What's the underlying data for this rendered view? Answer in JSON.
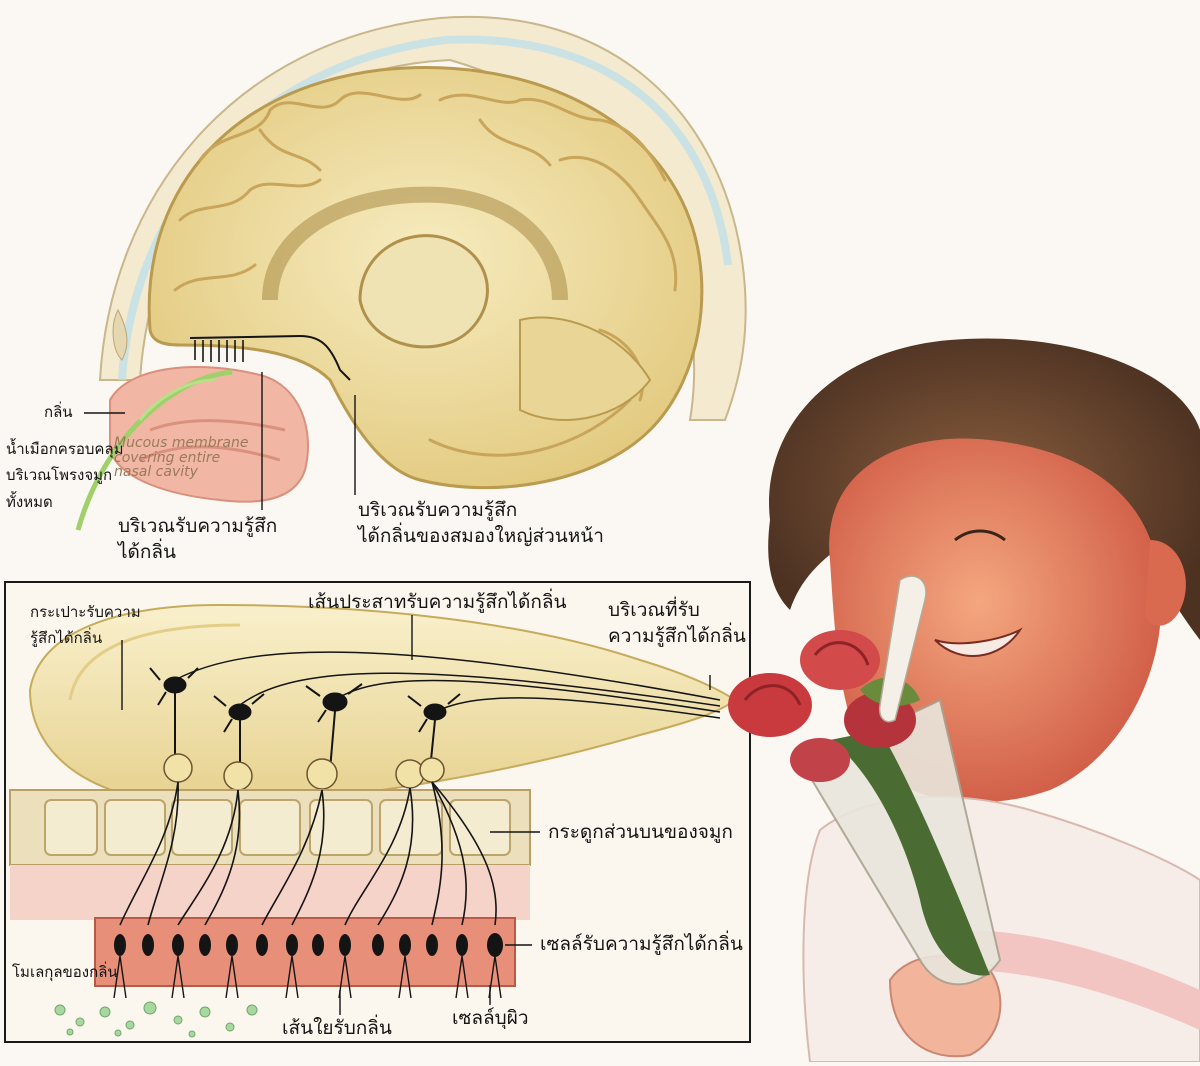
{
  "diagram": {
    "top_labels": {
      "smell": "กลิ่น",
      "mucus": "น้ำเมือกครอบคลุม\nบริเวณโพรงจมูก\nทั้งหมด",
      "english_mucous": "Mucous membrane\ncovering entire\nnasal cavity",
      "olfactory_area": "บริเวณรับความรู้สึก\nได้กลิ่น",
      "cerebrum_area": "บริเวณรับความรู้สึก\nได้กลิ่นของสมองใหญ่ส่วนหน้า"
    },
    "detail_labels": {
      "olfactory_bulb": "กระเปาะรับความ\nรู้สึกได้กลิ่น",
      "olfactory_nerve": "เส้นประสาทรับความรู้สึกได้กลิ่น",
      "receiving_area": "บริเวณที่รับ\nความรู้สึกได้กลิ่น",
      "nasal_bone": "กระดูกส่วนบนของจมูก",
      "receptor_cells": "เซลล์รับความรู้สึกได้กลิ่น",
      "odor_molecules": "โมเลกุลของกลิ่น",
      "fibers": "เส้นใยรับกลิ่น",
      "epithelial_cells": "เซลล์บุผิว"
    },
    "colors": {
      "brain": "#efe0a6",
      "brain_fold": "#d6b869",
      "skull": "#f3ead0",
      "nasal_pink": "#f1b7a4",
      "bulb": "#f3e7b8",
      "bone": "#ece0bc",
      "epithelium": "#e88f7a",
      "nerve": "#141414",
      "fiber_green": "#9fd06a",
      "skin": "#e07a5f",
      "hair": "#6b4630",
      "rose": "#c83a3e",
      "leaf": "#4a6b32"
    },
    "icons": [
      "brain-illustration",
      "neuron-icon",
      "receptor-cell-icon",
      "rose-bouquet-illustration",
      "child-illustration"
    ]
  }
}
